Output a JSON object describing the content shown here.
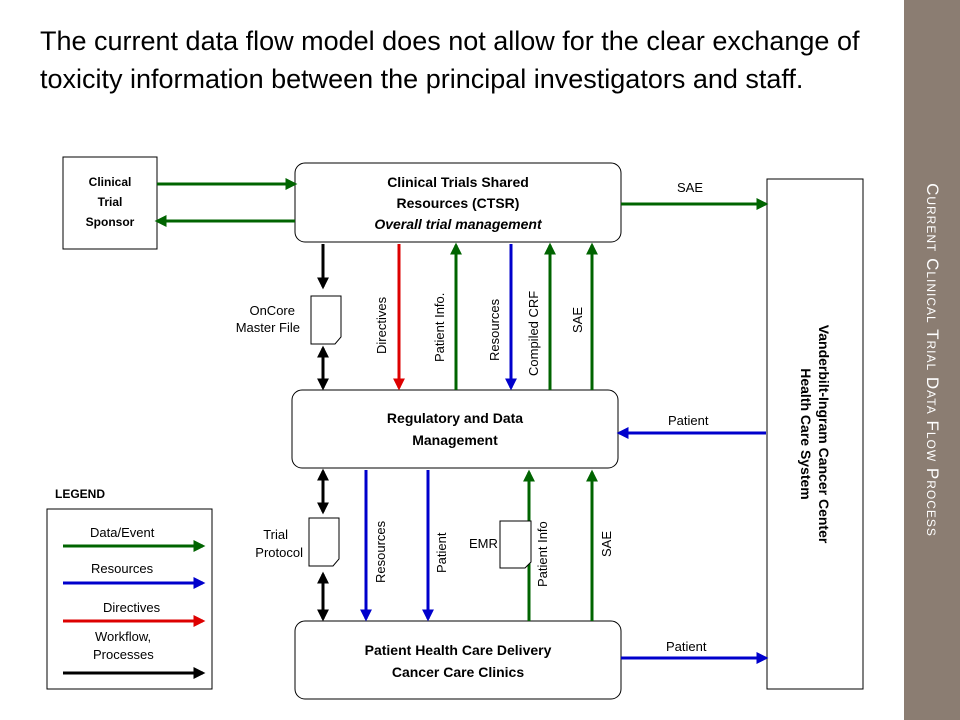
{
  "title": "The current data flow model does not allow for the clear exchange of toxicity information between the principal investigators and staff.",
  "side_title": "Current Clinical Trial Data Flow Process",
  "colors": {
    "data_event": "#006400",
    "resources": "#0000cc",
    "directives": "#dd0000",
    "workflow": "#000000",
    "band": "#8b7d72"
  },
  "nodes": {
    "sponsor": [
      "Clinical",
      "Trial",
      "Sponsor"
    ],
    "ctsr": [
      "Clinical Trials Shared",
      "Resources (CTSR)",
      "Overall trial management"
    ],
    "rdm": [
      "Regulatory and Data",
      "Management"
    ],
    "phcd": [
      "Patient Health Care Delivery",
      "Cancer Care Clinics"
    ],
    "vicc": [
      "Vanderbilt-Ingram Cancer Center",
      "Health Care System"
    ]
  },
  "documents": {
    "oncore": [
      "OnCore",
      "Master File"
    ],
    "protocol": [
      "Trial",
      "Protocol"
    ],
    "emr": "EMR"
  },
  "flows": {
    "sae_top": "SAE",
    "patient_mid": "Patient",
    "patient_bottom": "Patient",
    "directives": "Directives",
    "patient_info_upper": "Patient Info.",
    "resources_upper": "Resources",
    "compiled_crf": "Compiled CRF",
    "sae_upper": "SAE",
    "resources_lower": "Resources",
    "patient_lower": "Patient",
    "patient_info_lower": "Patient Info",
    "sae_lower": "SAE"
  },
  "legend": {
    "title": "LEGEND",
    "items": [
      "Data/Event",
      "Resources",
      "Directives",
      "Workflow,",
      "Processes"
    ]
  }
}
